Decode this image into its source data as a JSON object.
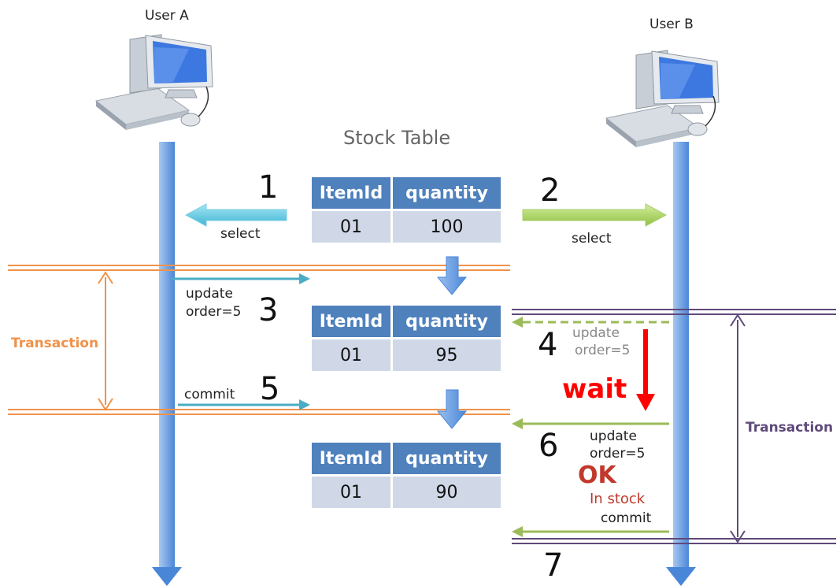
{
  "users": {
    "a": "User A",
    "b": "User B"
  },
  "table_title": "Stock Table",
  "tables": [
    {
      "headers": [
        "ItemId",
        "quantity"
      ],
      "row": [
        "01",
        "100"
      ]
    },
    {
      "headers": [
        "ItemId",
        "quantity"
      ],
      "row": [
        "01",
        "95"
      ]
    },
    {
      "headers": [
        "ItemId",
        "quantity"
      ],
      "row": [
        "01",
        "90"
      ]
    }
  ],
  "steps": {
    "s1": "1",
    "s2": "2",
    "s3": "3",
    "s4": "4",
    "s5": "5",
    "s6": "6",
    "s7": "7"
  },
  "labels": {
    "select_a": "select",
    "select_b": "select",
    "update_a_line1": "update",
    "update_a_line2": "order=5",
    "commit_a": "commit",
    "update_b_wait_line1": "update",
    "update_b_wait_line2": "order=5",
    "wait": "wait",
    "update_b_line1": "update",
    "update_b_line2": "order=5",
    "ok": "OK",
    "in_stock": "In stock",
    "commit_b": "commit"
  },
  "transaction_a": "Transaction",
  "transaction_b": "Transaction",
  "colors": {
    "user_a_line": "#f0924a",
    "user_b_line": "#5f497a",
    "timeline": "#4a86d8",
    "arrow_cyan": "#4bacc6",
    "arrow_green": "#9bbb59",
    "wait_red": "#ff0000",
    "ok_red": "#c0392b",
    "header_blue": "#4f81bd",
    "cell_blue": "#d0d8e8"
  }
}
